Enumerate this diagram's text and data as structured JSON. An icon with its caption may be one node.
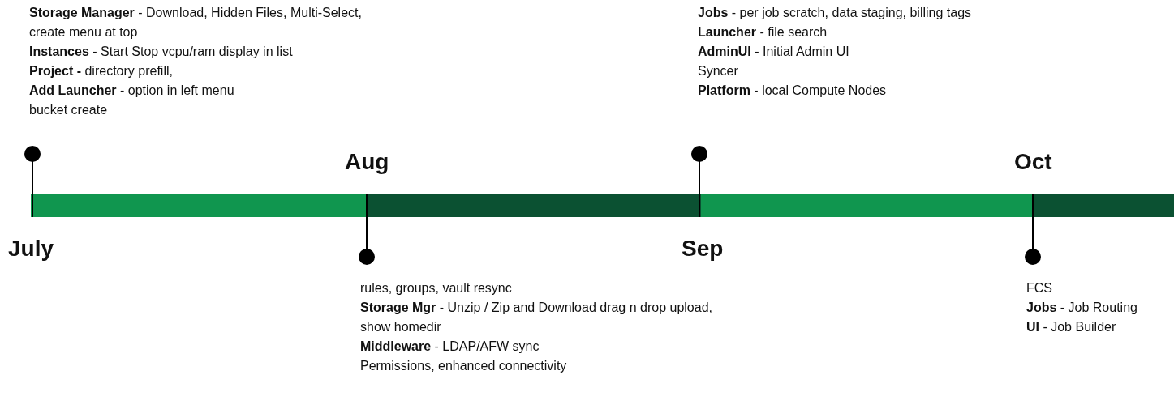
{
  "diagram": {
    "nodes": [
      {
        "text": [
          "**Storage Manager** - Download, Hidden Files, Multi-Select, create menu at top",
          "**Instances** - Start Stop vcpu/ram display in list",
          "**Project -** directory prefill,",
          "**Add Launcher** - option in left menu",
          "bucket create"
        ]
      },
      {
        "text": [
          "rules, groups, vault resync",
          "**Storage Mgr** - Unzip / Zip and Download drag n drop upload, show homedir",
          "**Middleware** - LDAP/AFW sync",
          "Permissions, enhanced connectivity"
        ]
      },
      {
        "text": [
          "**Jobs** - per job scratch, data staging, billing tags",
          "**Launcher** - file search",
          "**AdminUI** - Initial Admin UI",
          "Syncer",
          "**Platform** - local Compute Nodes"
        ]
      },
      {
        "text": [
          "FCS",
          "**Jobs** - Job Routing",
          "**UI** - Job Builder"
        ]
      }
    ],
    "labels": [
      "Aug",
      "Oct",
      "July",
      "Sep"
    ]
  }
}
